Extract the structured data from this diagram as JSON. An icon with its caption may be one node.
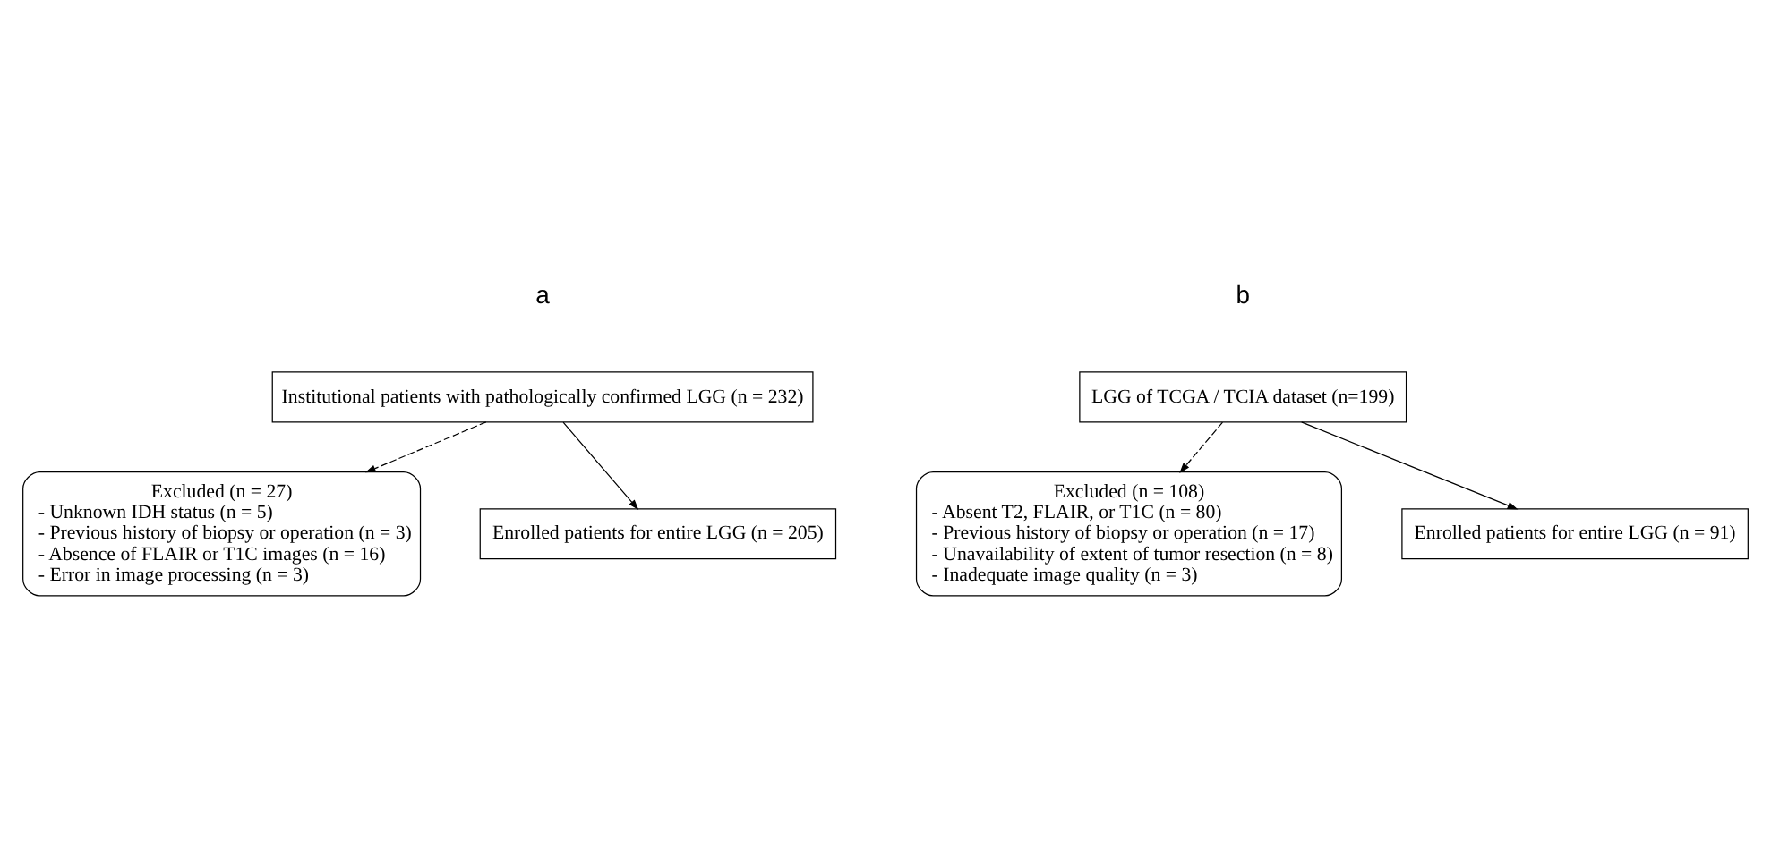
{
  "diagram": {
    "nodes": [
      {
        "text": [
          "Institutional patients with pathologically confirmed LGG (n = 232)"
        ]
      },
      {
        "text": [
          "Excluded (n = 27)",
          "- Unknown IDH status (n = 5)",
          "- Previous history of biopsy or operation (n = 3)",
          "- Absence of FLAIR or T1C images (n = 16)",
          "- Error in image processing (n = 3)"
        ]
      },
      {
        "text": [
          "Enrolled patients for entire LGG (n = 205)"
        ]
      },
      {
        "text": [
          "LGG of TCGA / TCIA dataset (n=199)"
        ]
      },
      {
        "text": [
          "Excluded (n = 108)",
          "- Absent T2, FLAIR, or T1C (n = 80)",
          "- Previous history of biopsy or operation (n = 17)",
          "- Unavailability of extent of tumor resection (n = 8)",
          "- Inadequate image quality (n = 3)"
        ]
      },
      {
        "text": [
          "Enrolled patients for entire LGG (n = 91)"
        ]
      }
    ],
    "edges": [
      {
        "from": 0,
        "to": 2,
        "arrow": "to"
      },
      {
        "from": 0,
        "to": 1,
        "arrow": "to",
        "style": "dashed"
      },
      {
        "from": 3,
        "to": 5,
        "arrow": "to"
      },
      {
        "from": 3,
        "to": 4,
        "arrow": "to",
        "style": "dashed"
      }
    ],
    "labels": [
      "a",
      "b"
    ]
  }
}
